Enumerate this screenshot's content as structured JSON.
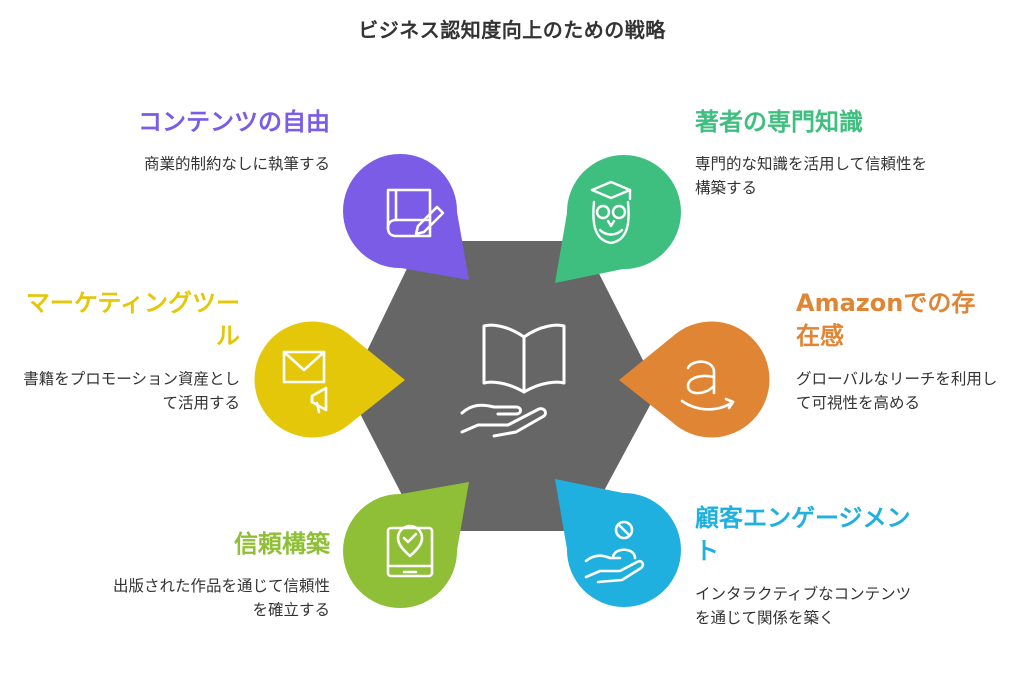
{
  "title": "ビジネス認知度向上のための戦略",
  "colors": {
    "center": "#666666",
    "content_freedom": "#7a5ce6",
    "expertise": "#3fbf7f",
    "marketing": "#e5c70a",
    "amazon": "#e08533",
    "trust": "#8fbf36",
    "engagement": "#1fb0e0"
  },
  "center": {
    "icon": "open-book-on-hand-icon"
  },
  "items": [
    {
      "id": "content_freedom",
      "label": "コンテンツの自由",
      "description": "商業的制約なしに執筆する",
      "icon": "book-pencil-icon"
    },
    {
      "id": "expertise",
      "label": "著者の専門知識",
      "description": "専門的な知識を活用して信頼性を構築する",
      "icon": "owl-graduation-cap-icon"
    },
    {
      "id": "marketing",
      "label": "マーケティングツール",
      "description": "書籍をプロモーション資産として活用する",
      "icon": "envelope-megaphone-icon"
    },
    {
      "id": "amazon",
      "label": "Amazonでの存在感",
      "description": "グローバルなリーチを利用して可視性を高める",
      "icon": "amazon-logo-icon"
    },
    {
      "id": "trust",
      "label": "信頼構築",
      "description": "出版された作品を通じて信頼性を確立する",
      "icon": "laptop-badge-check-icon"
    },
    {
      "id": "engagement",
      "label": "顧客エンゲージメント",
      "description": "インタラクティブなコンテンツを通じて関係を築く",
      "icon": "hand-person-icon"
    }
  ]
}
